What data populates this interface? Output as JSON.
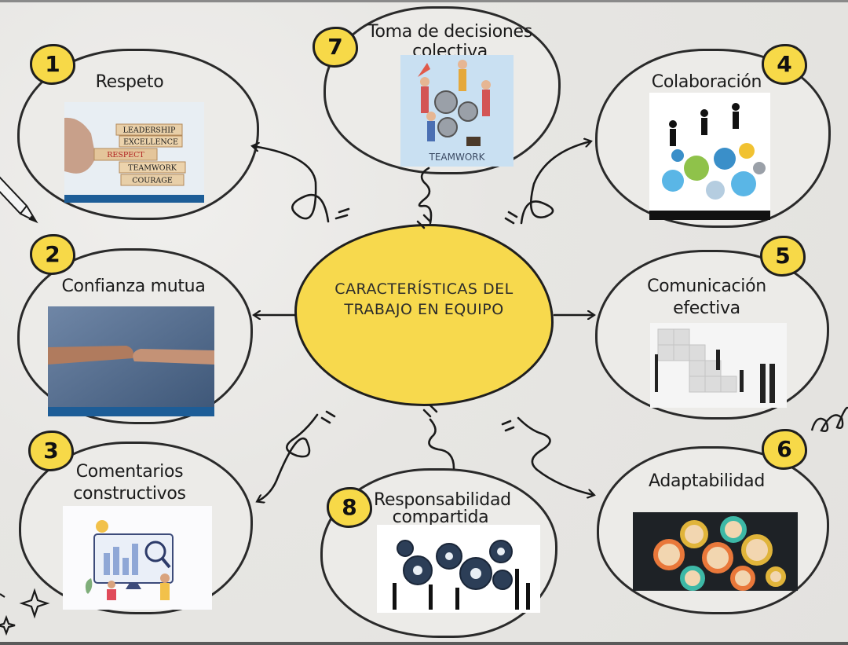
{
  "center": {
    "line1": "CARACTERÍSTICAS DEL",
    "line2": "TRABAJO EN EQUIPO"
  },
  "nodes": {
    "n1": {
      "num": "1",
      "title": "Respeto"
    },
    "n2": {
      "num": "2",
      "title": "Confianza mutua"
    },
    "n3": {
      "num": "3",
      "title_l1": "Comentarios",
      "title_l2": "constructivos"
    },
    "n4": {
      "num": "4",
      "title": "Colaboración"
    },
    "n5": {
      "num": "5",
      "title_l1": "Comunicación",
      "title_l2": "efectiva"
    },
    "n6": {
      "num": "6",
      "title": "Adaptabilidad"
    },
    "n7": {
      "num": "7",
      "title_l1": "Toma de decisiones",
      "title_l2": "colectiva"
    },
    "n8": {
      "num": "8",
      "title_l1": "Responsabilidad",
      "title_l2": "compartida"
    }
  },
  "respect_blocks": [
    "LEADERSHIP",
    "EXCELLENCE",
    "RESPECT",
    "TEAMWORK",
    "COURAGE"
  ],
  "teamwork_caption": "TEAMWORK",
  "colors": {
    "accent_yellow": "#f7d94d",
    "outline": "#1f1f1f",
    "background": "#e9e8e6"
  }
}
